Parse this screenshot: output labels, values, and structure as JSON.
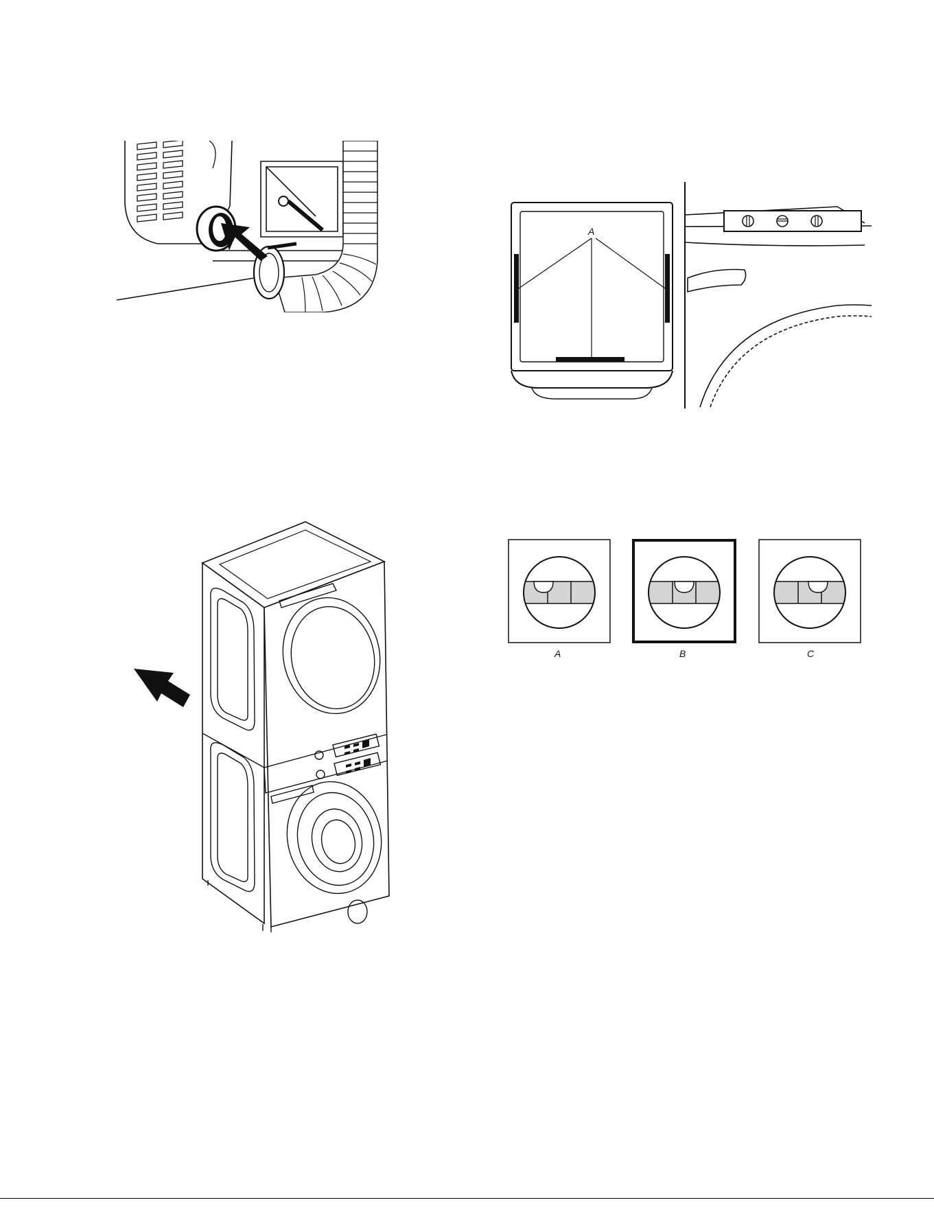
{
  "figures": {
    "vent_connection": {},
    "level_check": {
      "callout": "A"
    },
    "level_bubbles": {
      "labels": [
        "A",
        "B",
        "C"
      ]
    },
    "stacked_units": {}
  },
  "colors": {
    "line": "#111111",
    "level_band": "#d4d4d4",
    "background": "#ffffff"
  }
}
